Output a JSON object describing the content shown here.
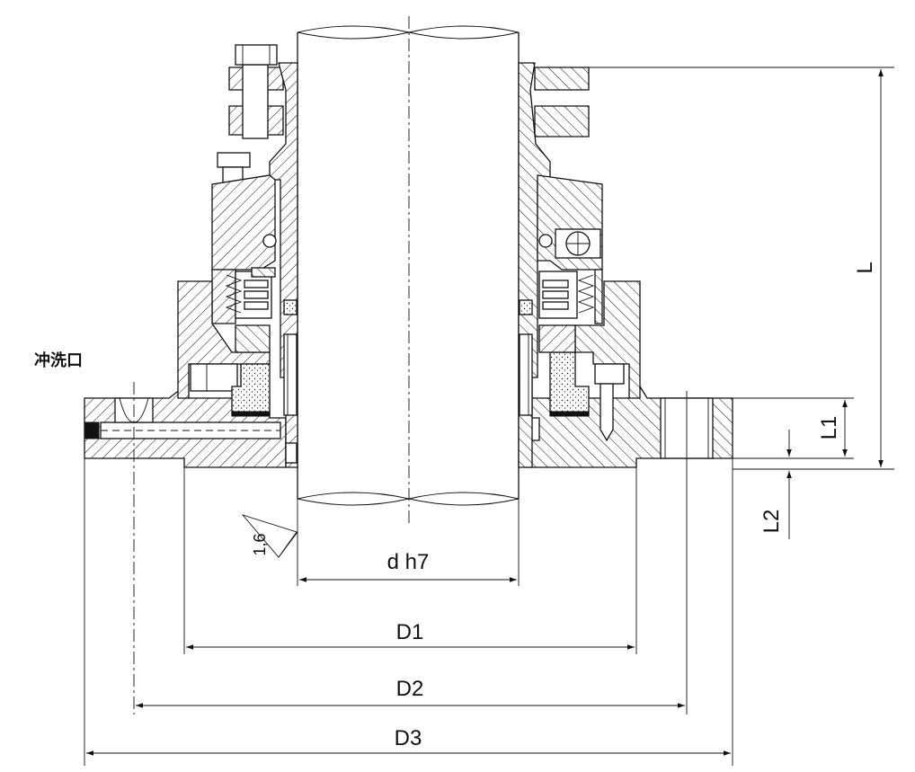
{
  "drawing": {
    "flush_port_label": "冲洗口",
    "surface_roughness": "1,6",
    "dimensions": {
      "shaft": "d h7",
      "d1": "D1",
      "d2": "D2",
      "d3": "D3",
      "length_total": "L",
      "length_l1": "L1",
      "length_l2": "L2"
    }
  }
}
